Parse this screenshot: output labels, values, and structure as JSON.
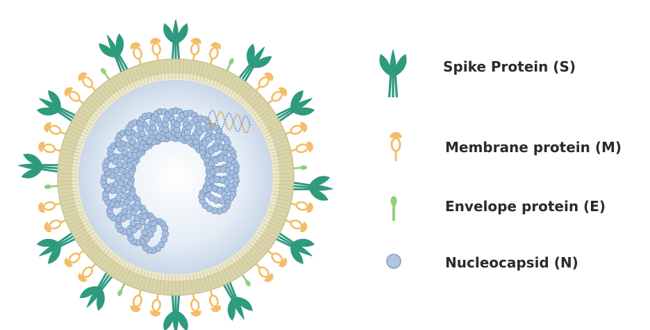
{
  "colors": {
    "spike": "#2e9a7e",
    "spike_dark": "#1f7a62",
    "membrane": "#f4bd68",
    "membrane_dark": "#e6a44a",
    "envelope": "#8fcf7e",
    "nucleocapsid": "#9bb5d6",
    "nucleocapsid_stroke": "#6f8fc0",
    "lipid_layer": "#d8d3a9",
    "interior": "#dfe8f2",
    "rna_orange": "#d99a3c",
    "rna_blue": "#7a9ccc"
  },
  "legend": {
    "items": [
      {
        "key": "spike",
        "label": "Spike Protein (S)",
        "icon": "spike-protein-icon"
      },
      {
        "key": "membrane",
        "label": "Membrane protein (M)",
        "icon": "membrane-protein-icon"
      },
      {
        "key": "envelope",
        "label": "Envelope protein (E)",
        "icon": "envelope-protein-icon"
      },
      {
        "key": "nucleocapsid",
        "label": "Nucleocapsid (N)",
        "icon": "nucleocapsid-icon"
      }
    ]
  }
}
